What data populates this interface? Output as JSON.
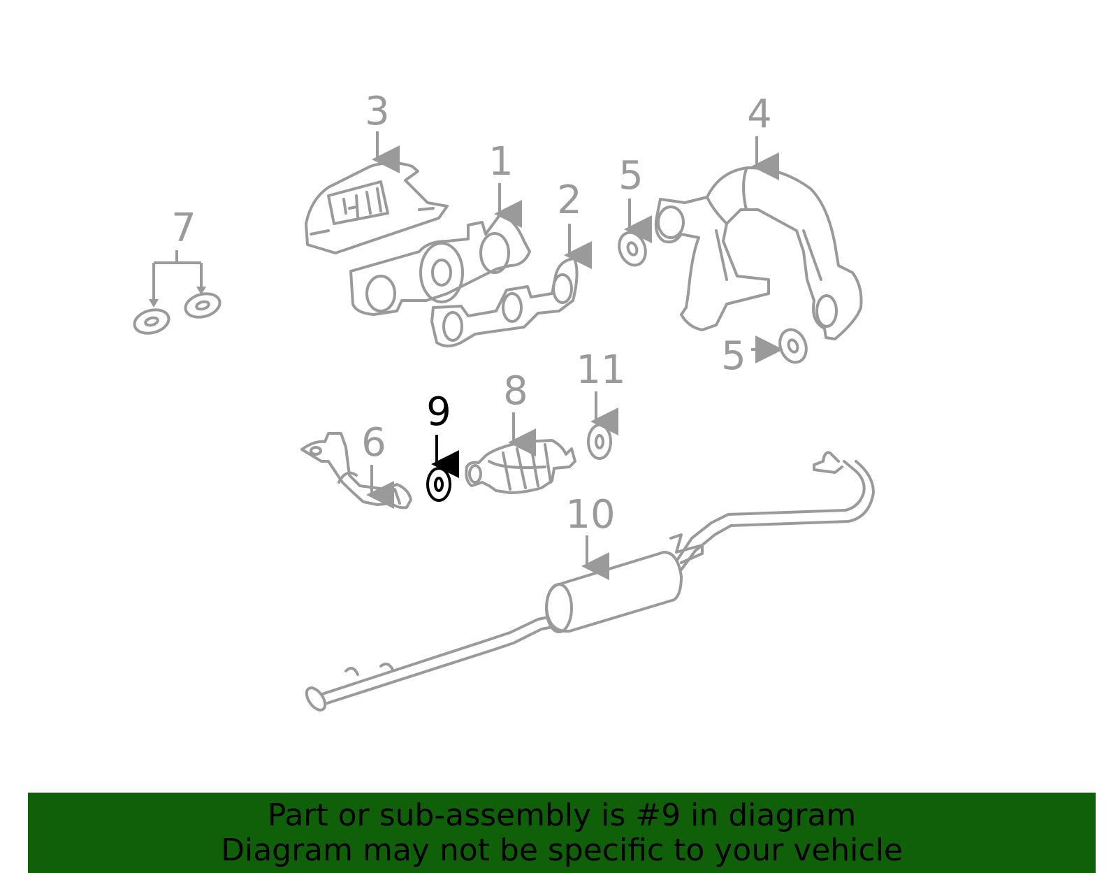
{
  "callouts": {
    "c1": "1",
    "c2": "2",
    "c3": "3",
    "c4": "4",
    "c5a": "5",
    "c5b": "5",
    "c6": "6",
    "c7": "7",
    "c8": "8",
    "c9": "9",
    "c10": "10",
    "c11": "11"
  },
  "highlighted_part": "9",
  "banner": {
    "line1": "Part or sub-assembly is #9 in diagram",
    "line2": "Diagram may not be specific to your vehicle"
  },
  "colors": {
    "part_line": "#9a9a9a",
    "highlight": "#000000",
    "banner_bg": "#10600a",
    "banner_text": "#000000"
  }
}
